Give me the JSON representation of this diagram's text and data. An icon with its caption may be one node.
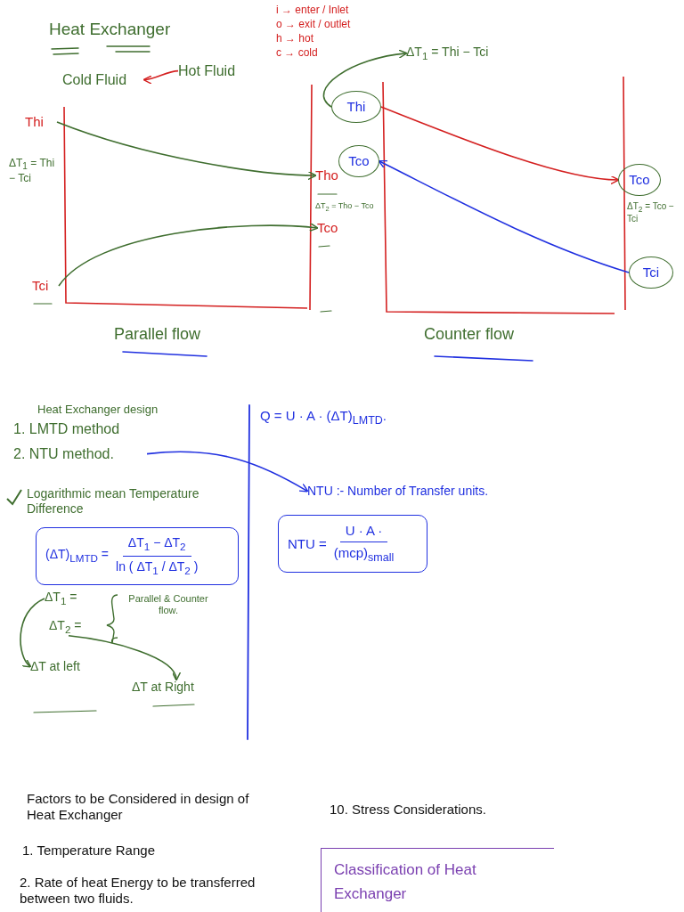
{
  "diagram": {
    "title": "Heat Exchanger",
    "nodes": [
      {
        "text": [
          "Cold Fluid"
        ]
      },
      {
        "text": [
          "Hot Fluid"
        ]
      },
      {
        "text": [
          "ΔT$_{1}$ = Thi − Tci"
        ]
      },
      {
        "text": [
          "Thi"
        ]
      },
      {
        "text": [
          "Thi"
        ]
      },
      {
        "text": [
          "Tco"
        ]
      },
      {
        "text": [
          "Tco"
        ]
      },
      {
        "text": [
          "Tho"
        ]
      },
      {
        "text": [
          "Tco"
        ]
      },
      {
        "text": [
          "Tci"
        ]
      },
      {
        "text": [
          "Tci"
        ]
      },
      {
        "text": [
          "2. NTU method."
        ]
      },
      {
        "text": [
          "NTU :- Number of Transfer units."
        ]
      },
      {
        "text": [
          "(ΔT)$_{LMTD}$ =",
          "ΔT$_{1}$ − ΔT$_{2}$",
          "ln ( ΔT$_{1}$ / ΔT$_{2}$ )"
        ]
      },
      {
        "text": [
          "NTU =",
          "U · A ·",
          "(mcp)$_{small}$"
        ]
      },
      {
        "text": [
          "ΔT$_{1}$ ="
        ]
      },
      {
        "text": [
          "ΔT$_{2}$ ="
        ]
      },
      {
        "text": [
          "ΔT at left"
        ]
      },
      {
        "text": [
          "ΔT at Right"
        ]
      },
      {
        "text": [
          "Classification of Heat Exchanger"
        ]
      }
    ],
    "edges": [
      {
        "from": 1,
        "to": 0,
        "arrow": "to",
        "color": "#d42020"
      },
      {
        "from": 3,
        "to": 2,
        "arrow": "to"
      },
      {
        "from": 4,
        "to": 7,
        "arrow": "to"
      },
      {
        "from": 10,
        "to": 8,
        "arrow": "to"
      },
      {
        "from": 3,
        "to": 6,
        "arrow": "to",
        "color": "#d42020"
      },
      {
        "from": 9,
        "to": 5,
        "arrow": "to",
        "color": "#2030e0"
      },
      {
        "from": 11,
        "to": 12,
        "arrow": "to",
        "color": "#2030e0"
      },
      {
        "from": 15,
        "to": 17,
        "arrow": "to"
      },
      {
        "from": 16,
        "to": 18,
        "arrow": "to"
      }
    ],
    "labels": [
      "i → enter / Inlet",
      "o → exit / outlet",
      "h → hot",
      "c → cold",
      "ΔT$_{1}$ = Thi − Tci",
      "ΔT$_{2}$ = Tho − Tco",
      "ΔT$_{2}$ = Tco − Tci",
      "Parallel flow",
      "Counter flow",
      "Heat Exchanger design",
      "1. LMTD method",
      "Q = U · A · (ΔT)$_{LMTD}$.",
      "Logarithmic mean Temperature Difference",
      "Parallel & Counter flow.",
      "Factors to be Considered in design of Heat Exchanger",
      "1. Temperature Range",
      "2. Rate of heat Energy to be transferred between two fluids.",
      "10. Stress Considerations."
    ]
  }
}
